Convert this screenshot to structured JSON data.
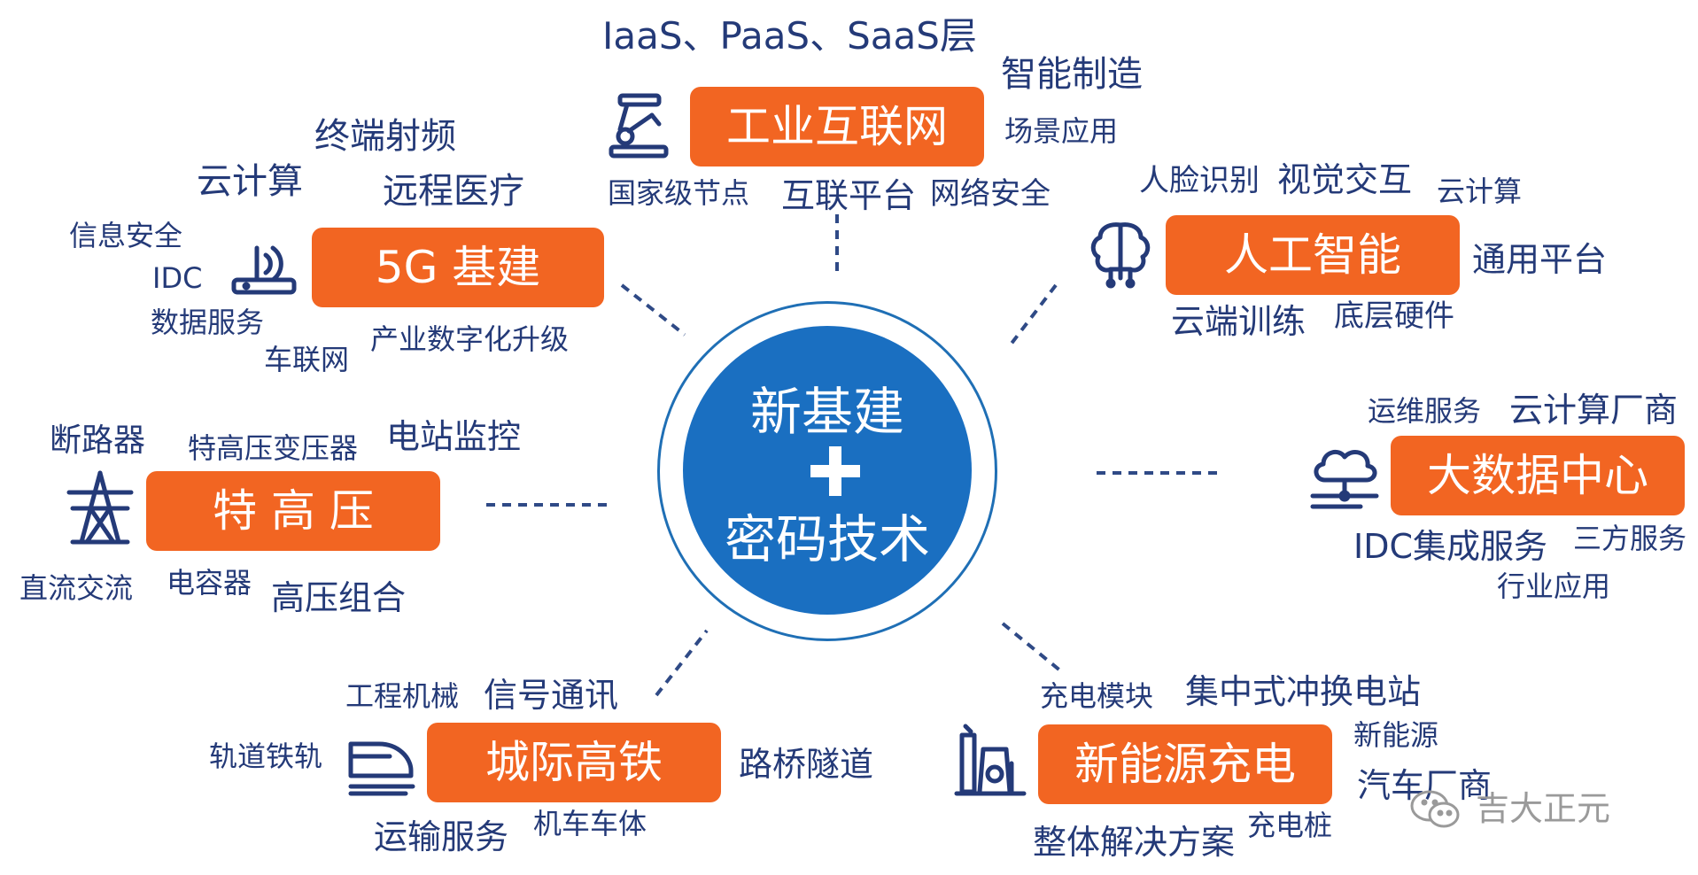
{
  "center": {
    "line1": "新基建",
    "line2": "密码技术",
    "plus": "+"
  },
  "colors": {
    "box": "#f26522",
    "label": "#243a78",
    "hub": "#1a6fc1",
    "connector": "#2f4a86"
  },
  "nodes": {
    "industrial_internet": {
      "title": "工业互联网",
      "icon": "robot-arm-icon",
      "labels": [
        "IaaS、PaaS、SaaS层",
        "智能制造",
        "场景应用",
        "国家级节点",
        "互联平台",
        "网络安全"
      ]
    },
    "g5": {
      "title": "5G 基建",
      "icon": "router-antenna-icon",
      "labels": [
        "终端射频",
        "云计算",
        "远程医疗",
        "信息安全",
        "IDC",
        "数据服务",
        "产业数字化升级",
        "车联网"
      ]
    },
    "ai": {
      "title": "人工智能",
      "icon": "brain-circuit-icon",
      "labels": [
        "人脸识别",
        "视觉交互",
        "云计算",
        "通用平台",
        "云端训练",
        "底层硬件"
      ]
    },
    "uhv": {
      "title": "特 高 压",
      "icon": "power-tower-icon",
      "labels": [
        "断路器",
        "特高压变压器",
        "电站监控",
        "直流交流",
        "电容器",
        "高压组合"
      ]
    },
    "bigdata": {
      "title": "大数据中心",
      "icon": "cloud-network-icon",
      "labels": [
        "运维服务",
        "云计算厂商",
        "IDC集成服务",
        "三方服务",
        "行业应用"
      ]
    },
    "rail": {
      "title": "城际高铁",
      "icon": "bullet-train-icon",
      "labels": [
        "工程机械",
        "信号通讯",
        "轨道铁轨",
        "路桥隧道",
        "运输服务",
        "机车车体"
      ]
    },
    "ev": {
      "title": "新能源充电",
      "icon": "power-plant-icon",
      "labels": [
        "充电模块",
        "集中式冲换电站",
        "新能源",
        "汽车厂商",
        "整体解决方案",
        "充电桩"
      ]
    }
  },
  "watermark": {
    "text": "吉大正元",
    "icon": "wechat-icon"
  }
}
